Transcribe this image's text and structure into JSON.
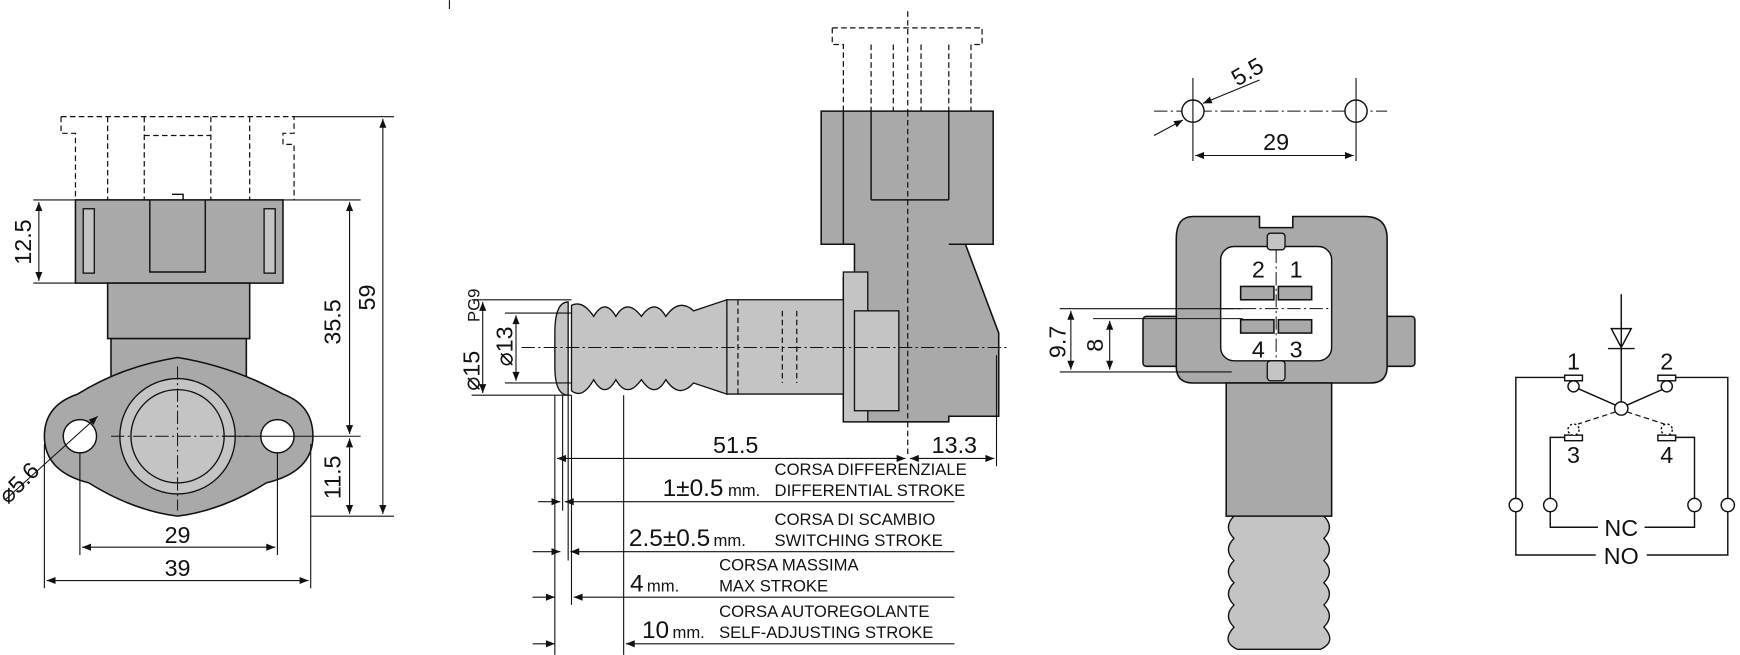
{
  "colors": {
    "line": "#111111",
    "body": "#a9a9a9",
    "body_light": "#c4c4c4"
  },
  "side_view": {
    "dim_connector_height": "12.5",
    "dim_center_to_top": "35.5",
    "dim_overall_height": "59",
    "dim_center_to_bottom": "11.5",
    "dim_hole_diameter": "⌀5.6",
    "dim_hole_spacing": "29",
    "dim_flange_width": "39"
  },
  "front_view": {
    "dim_boot_diameter": "⌀15",
    "dim_thread": "PG9",
    "dim_plunger_diameter": "⌀13",
    "dim_length": "51.5",
    "dim_offset": "13.3",
    "strokes": [
      {
        "value": "1±0.5",
        "unit": "mm.",
        "label_it": "CORSA DIFFERENZIALE",
        "label_en": "DIFFERENTIAL STROKE"
      },
      {
        "value": "2.5±0.5",
        "unit": "mm.",
        "label_it": "CORSA DI SCAMBIO",
        "label_en": "SWITCHING STROKE"
      },
      {
        "value": "4",
        "unit": "mm.",
        "label_it": "CORSA MASSIMA",
        "label_en": "MAX STROKE"
      },
      {
        "value": "10",
        "unit": "mm.",
        "label_it": "CORSA AUTOREGOLANTE",
        "label_en": "SELF-ADJUSTING STROKE"
      }
    ]
  },
  "mounting": {
    "dim_hole": "5.5",
    "dim_spacing": "29"
  },
  "connector_view": {
    "dim_a": "9.7",
    "dim_b": "8",
    "pins": [
      "2",
      "1",
      "4",
      "3"
    ]
  },
  "schematic": {
    "terminals": [
      "1",
      "2",
      "3",
      "4"
    ],
    "nc_label": "NC",
    "no_label": "NO"
  }
}
